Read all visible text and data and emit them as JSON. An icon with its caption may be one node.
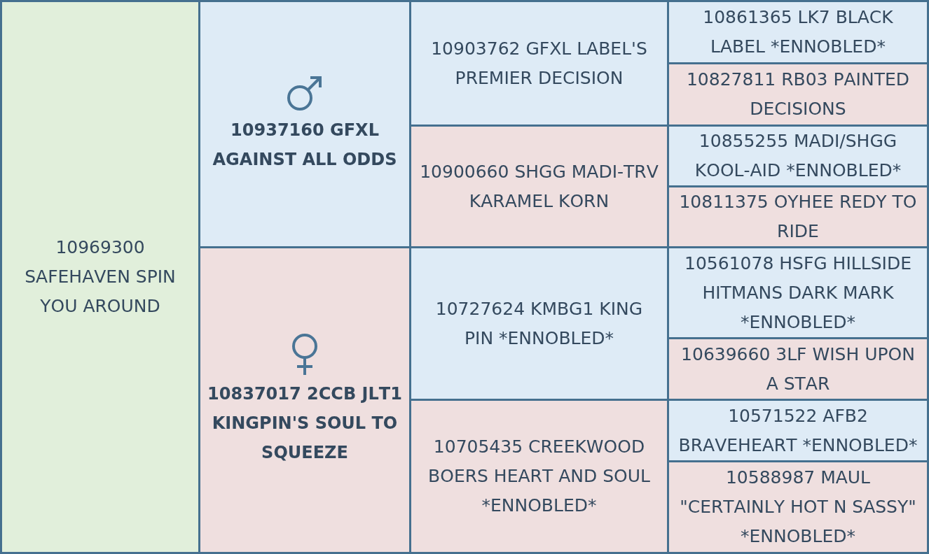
{
  "diagram": {
    "nodes": [
      {
        "text": [
          "10969300 SAFEHAVEN SPIN YOU AROUND"
        ]
      },
      {
        "text": [
          "10937160 GFXL AGAINST ALL ODDS"
        ]
      },
      {
        "text": [
          "10903762 GFXL LABEL'S PREMIER DECISION"
        ]
      },
      {
        "text": [
          "10861365 LK7 BLACK LABEL *ENNOBLED*"
        ]
      },
      {
        "text": [
          "10827811 RB03 PAINTED DECISIONS"
        ]
      },
      {
        "text": [
          "10900660 SHGG MADI-TRV KARAMEL KORN"
        ]
      },
      {
        "text": [
          "10855255 MADI/SHGG KOOL-AID *ENNOBLED*"
        ]
      },
      {
        "text": [
          "10811375 OYHEE REDY TO RIDE"
        ]
      },
      {
        "text": [
          "10837017 2CCB JLT1 KINGPIN'S SOUL TO SQUEEZE"
        ]
      },
      {
        "text": [
          "10727624 KMBG1 KING PIN *ENNOBLED*"
        ]
      },
      {
        "text": [
          "10561078 HSFG HILLSIDE HITMANS DARK MARK *ENNOBLED*"
        ]
      },
      {
        "text": [
          "10639660 3LF WISH UPON A STAR"
        ]
      },
      {
        "text": [
          "10705435 CREEKWOOD BOERS HEART AND SOUL *ENNOBLED*"
        ]
      },
      {
        "text": [
          "10571522 AFB2 BRAVEHEART *ENNOBLED*"
        ]
      },
      {
        "text": [
          "10588987 MAUL \"CERTAINLY HOT N SASSY\" *ENNOBLED*"
        ]
      }
    ]
  }
}
